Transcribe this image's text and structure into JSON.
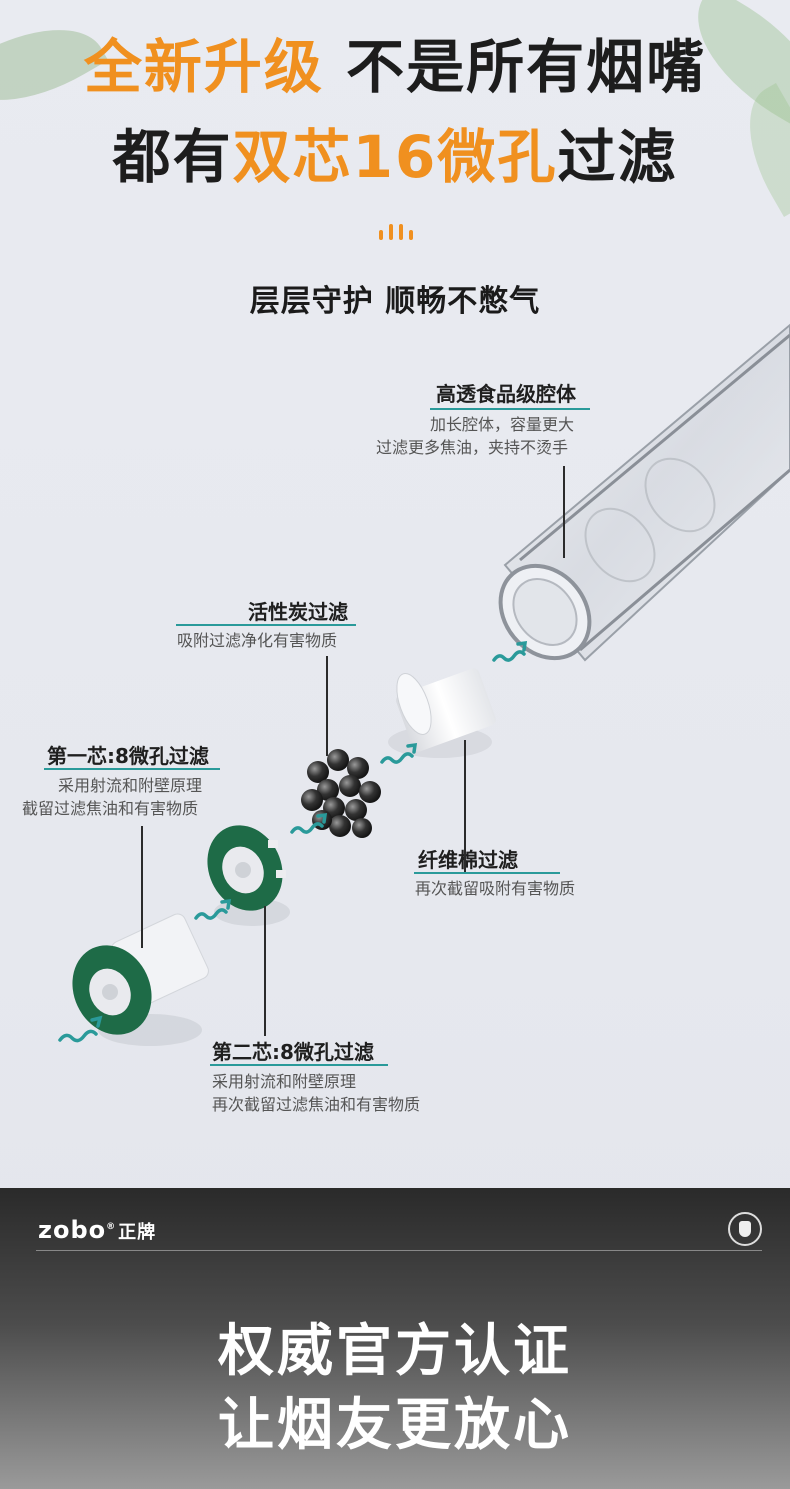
{
  "headline": {
    "line1_orange": "全新升级",
    "line1_black": "不是所有烟嘴",
    "line2_black_a": "都有",
    "line2_orange": "双芯16微孔",
    "line2_black_b": "过滤"
  },
  "subtitle": "层层守护 顺畅不憋气",
  "callouts": {
    "chamber": {
      "title": "高透食品级腔体",
      "desc1": "加长腔体，容量更大",
      "desc2": "过滤更多焦油，夹持不烫手"
    },
    "charcoal": {
      "title": "活性炭过滤",
      "desc1": "吸附过滤净化有害物质"
    },
    "core1": {
      "title": "第一芯:8微孔过滤",
      "desc1": "采用射流和附壁原理",
      "desc2": "截留过滤焦油和有害物质"
    },
    "cotton": {
      "title": "纤维棉过滤",
      "desc1": "再次截留吸附有害物质"
    },
    "core2": {
      "title": "第二芯:8微孔过滤",
      "desc1": "采用射流和附壁原理",
      "desc2": "再次截留过滤焦油和有害物质"
    }
  },
  "footer": {
    "logo_latin": "zobo",
    "logo_reg": "®",
    "logo_cn": "正牌",
    "badge_icon": "certification-badge-icon",
    "line1": "权威官方认证",
    "line2": "让烟友更放心"
  },
  "colors": {
    "accent_orange": "#f0901f",
    "teal": "#2a9a9a",
    "green_ring": "#1e6b47"
  }
}
